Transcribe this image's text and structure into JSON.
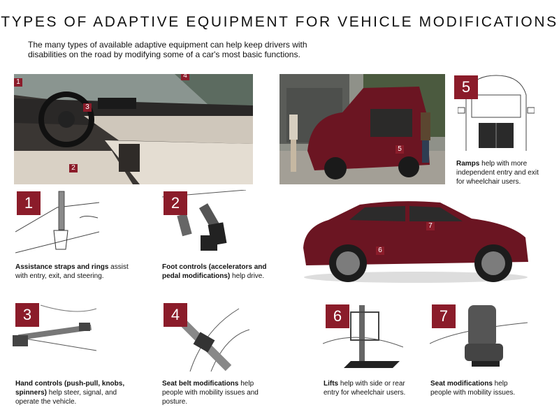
{
  "header": {
    "title": "TYPES OF ADAPTIVE EQUIPMENT FOR VEHICLE MODIFICATIONS",
    "intro": "The many types of available adaptive equipment can help keep drivers with disabilities on the road by modifying some of a car's most basic functions."
  },
  "photo_markers": {
    "interior": [
      "1",
      "2",
      "3",
      "4"
    ],
    "rear": [
      "5"
    ],
    "side": [
      "6",
      "7"
    ]
  },
  "items": [
    {
      "num": "1",
      "bold": "Assistance straps and rings",
      "rest": " assist with entry, exit, and steering."
    },
    {
      "num": "2",
      "bold": "Foot controls (accelerators and pedal modifications)",
      "rest": " help drive."
    },
    {
      "num": "3",
      "bold": "Hand controls (push-pull, knobs, spinners)",
      "rest": " help steer, signal, and operate the vehicle."
    },
    {
      "num": "4",
      "bold": "Seat belt modifications",
      "rest": " help people with mobility issues and posture."
    },
    {
      "num": "5",
      "bold": "Ramps",
      "rest": " help with more independent entry and exit for wheelchair users."
    },
    {
      "num": "6",
      "bold": "Lifts",
      "rest": " help with side or rear entry for wheelchair users."
    },
    {
      "num": "7",
      "bold": "Seat modifications",
      "rest": " help people with mobility issues."
    }
  ],
  "colors": {
    "accent": "#8b1c2a",
    "car": "#6b1522"
  }
}
